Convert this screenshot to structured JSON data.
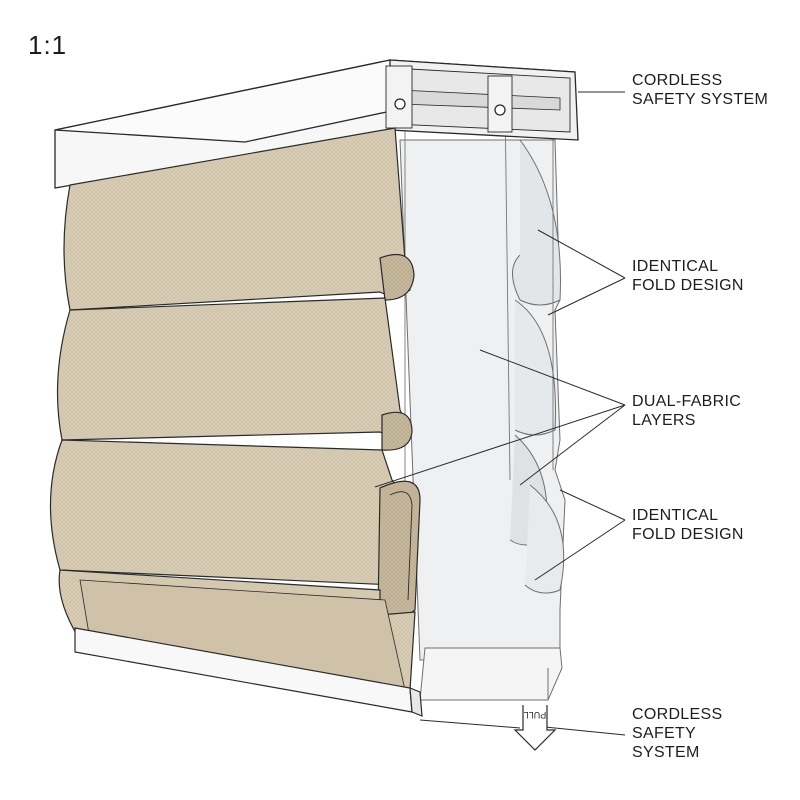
{
  "ratio_label": "1:1",
  "callouts": [
    {
      "line1": "CORDLESS",
      "line2": "SAFETY SYSTEM",
      "line3": ""
    },
    {
      "line1": "IDENTICAL",
      "line2": "FOLD DESIGN",
      "line3": ""
    },
    {
      "line1": "DUAL-FABRIC",
      "line2": "LAYERS",
      "line3": ""
    },
    {
      "line1": "IDENTICAL",
      "line2": "FOLD DESIGN",
      "line3": ""
    },
    {
      "line1": "CORDLESS",
      "line2": "SAFETY",
      "line3": "SYSTEM"
    }
  ],
  "pull_label": "PULL",
  "colors": {
    "linen": "#d8ccb5",
    "linen_shadow": "#b9ab90",
    "sheer": "#eceeef",
    "sheer_shadow": "#d6d9db",
    "rail": "#f7f7f7",
    "outline": "#2a2a2a"
  }
}
